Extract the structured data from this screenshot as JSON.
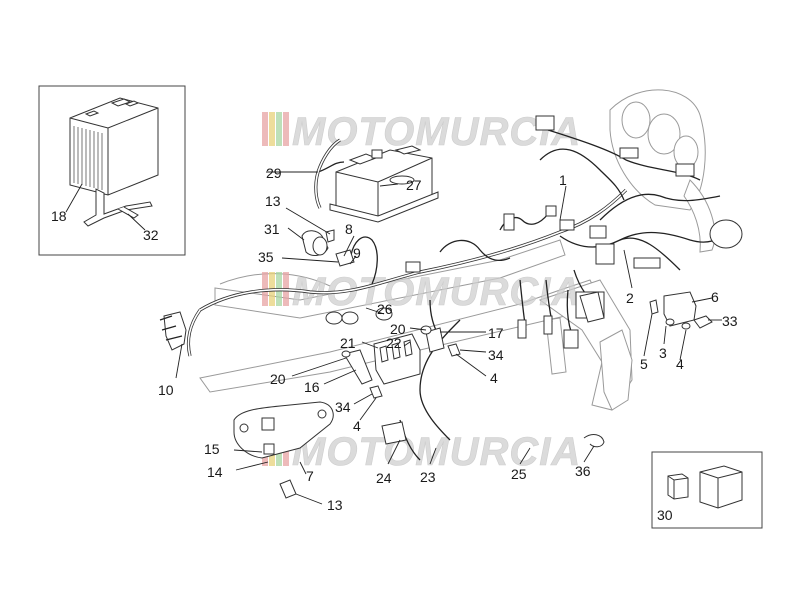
{
  "watermark": {
    "text": "MOTOMURCIA",
    "stripe_colors": [
      "#e7a3a3",
      "#e8d27a",
      "#a8d6a2",
      "#e7a3a3",
      "#e8d27a",
      "#a8d6a2"
    ],
    "text_color": "#cfcfcf"
  },
  "callouts": {
    "c1": "1",
    "c2": "2",
    "c3": "3",
    "c4a": "4",
    "c4b": "4",
    "c4c": "4",
    "c5": "5",
    "c6": "6",
    "c7": "7",
    "c8": "8",
    "c9": "9",
    "c10": "10",
    "c13a": "13",
    "c13b": "13",
    "c14": "14",
    "c15": "15",
    "c16": "16",
    "c17": "17",
    "c18": "18",
    "c20a": "20",
    "c20b": "20",
    "c21": "21",
    "c22": "22",
    "c23": "23",
    "c24": "24",
    "c25": "25",
    "c26": "26",
    "c27": "27",
    "c29": "29",
    "c30": "30",
    "c31": "31",
    "c32": "32",
    "c33": "33",
    "c34a": "34",
    "c34b": "34",
    "c35": "35",
    "c36": "36"
  },
  "colors": {
    "line": "#222222",
    "frame": "#9a9a9a"
  }
}
